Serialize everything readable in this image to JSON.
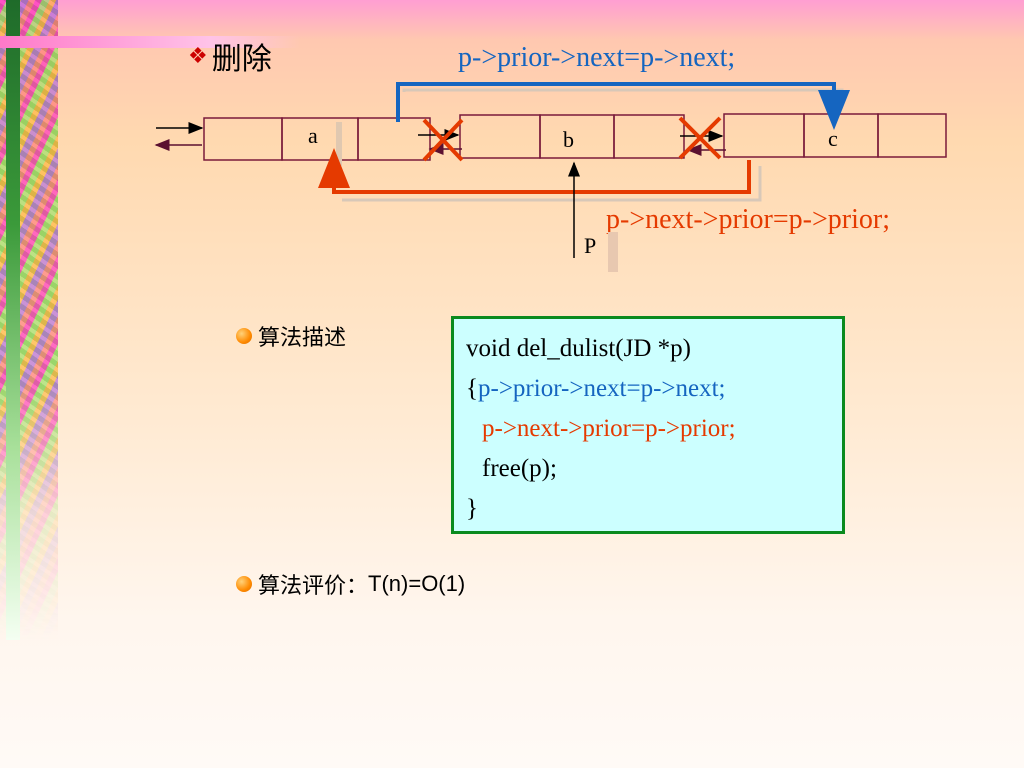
{
  "slide": {
    "title": "删除",
    "title_marker": "❖",
    "colors": {
      "blue": "#1565c0",
      "red": "#e53a00",
      "code_bg": "#ccffff",
      "code_border": "#0a8a1e"
    }
  },
  "diagram": {
    "nodes": [
      "a",
      "b",
      "c"
    ],
    "pointer_label": "P",
    "stmt_next": "p->prior->next=p->next;",
    "stmt_prior": "p->next->prior=p->prior;"
  },
  "bullets": [
    {
      "text": "算法描述"
    },
    {
      "text": "算法评价：",
      "suffix": "T(n)=O(1)"
    }
  ],
  "code": {
    "line1": "void del_dulist(JD *p)",
    "line2_brace": "{",
    "line2": "p->prior->next=p->next;",
    "line3": "p->next->prior=p->prior;",
    "line4": "free(p);",
    "line5": "}"
  }
}
